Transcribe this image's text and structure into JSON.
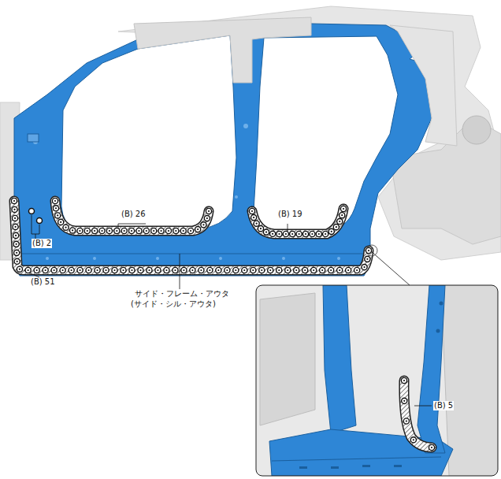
{
  "diagram": {
    "labels": [
      "(B) 26",
      "(B) 19",
      "(B) 2",
      "(B) 51",
      "サイド・フレーム・アウタ",
      "(サイド・シル・アウタ)",
      "(B) 5"
    ]
  }
}
